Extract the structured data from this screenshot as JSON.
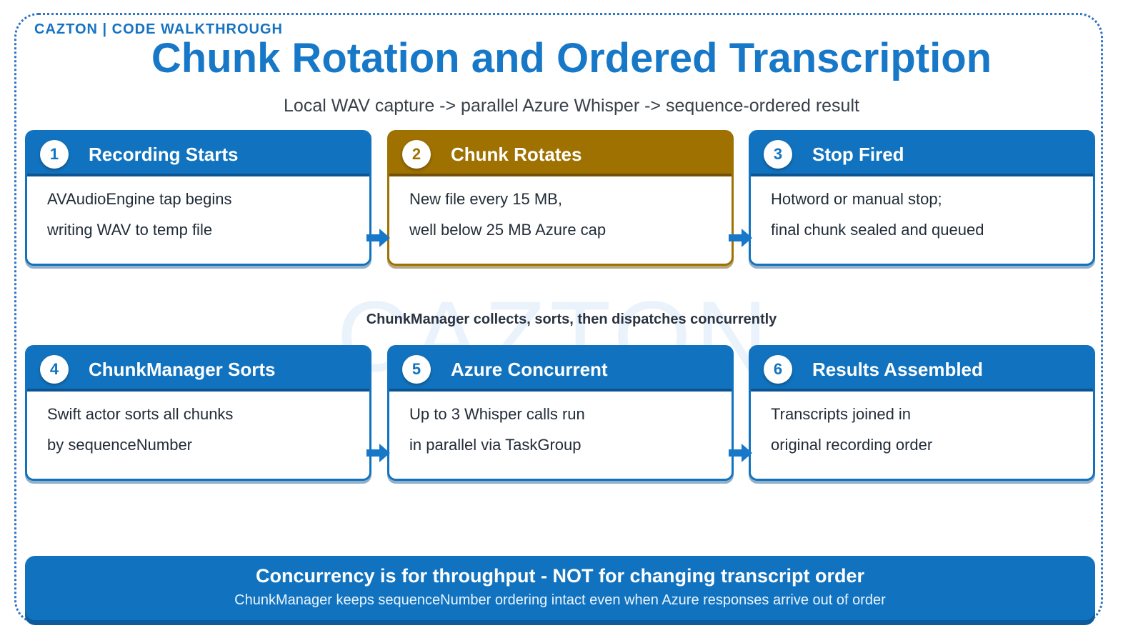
{
  "page": {
    "eyebrow": "CAZTON | CODE WALKTHROUGH",
    "title": "Chunk Rotation and Ordered Transcription",
    "subtitle": "Local WAV capture -> parallel Azure Whisper -> sequence-ordered result",
    "watermark": "CAZTON",
    "mid_label": "ChunkManager collects, sorts, then dispatches concurrently"
  },
  "colors": {
    "accent_blue": "#1173bf",
    "title_blue": "#1778c8",
    "gold": "#9e7100",
    "body_text": "#222c38",
    "watermark_blue": "#eaf2fb"
  },
  "steps": [
    {
      "number": "1",
      "title": "Recording Starts",
      "line1": "AVAudioEngine tap begins",
      "line2": "writing WAV to temp file"
    },
    {
      "number": "2",
      "title": "Chunk Rotates",
      "line1": "New file every 15 MB,",
      "line2": "well below 25 MB Azure cap"
    },
    {
      "number": "3",
      "title": "Stop Fired",
      "line1": "Hotword or manual stop;",
      "line2": "final chunk sealed and queued"
    },
    {
      "number": "4",
      "title": "ChunkManager Sorts",
      "line1": "Swift actor sorts all chunks",
      "line2": "by sequenceNumber"
    },
    {
      "number": "5",
      "title": "Azure Concurrent",
      "line1": "Up to 3 Whisper calls run",
      "line2": "in parallel via TaskGroup"
    },
    {
      "number": "6",
      "title": "Results Assembled",
      "line1": "Transcripts joined in",
      "line2": "original recording order"
    }
  ],
  "footer": {
    "headline": "Concurrency is for throughput - NOT for changing transcript order",
    "subtext": "ChunkManager keeps sequenceNumber ordering intact even when Azure responses arrive out of order"
  }
}
